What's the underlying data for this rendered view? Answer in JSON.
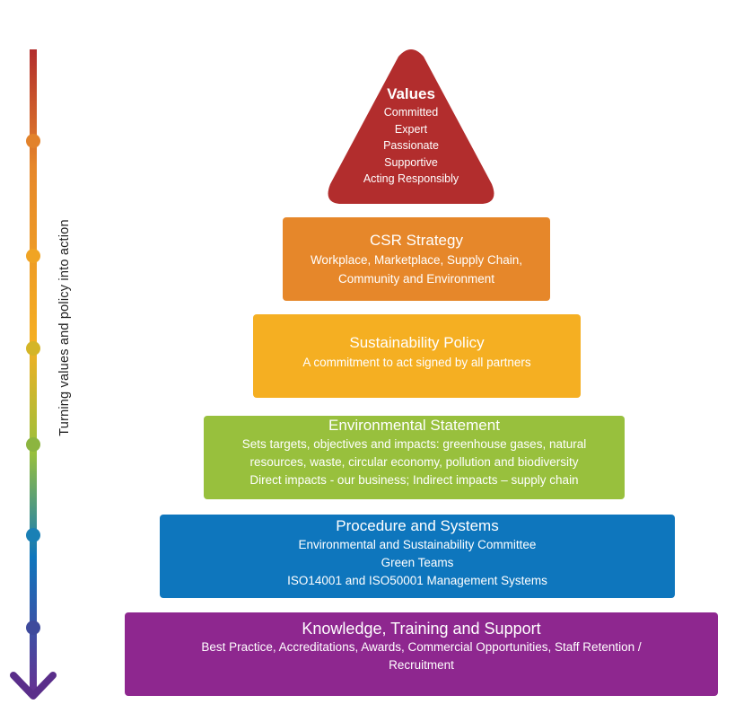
{
  "side_label": "Turning values and policy into action",
  "colors": {
    "values": "#B22D2D",
    "csr": "#E6872A",
    "sustainability": "#F5AF22",
    "environmental": "#98C03D",
    "procedure": "#0E76BD",
    "knowledge": "#8E278F"
  },
  "values": {
    "title": "Values",
    "lines": [
      "Committed",
      "Expert",
      "Passionate",
      "Supportive",
      "Acting Responsibly"
    ]
  },
  "tiers": [
    {
      "title": "CSR Strategy",
      "lines": [
        "Workplace, Marketplace, Supply Chain,",
        "Community and Environment"
      ]
    },
    {
      "title": "Sustainability Policy",
      "lines": [
        "A commitment to act signed by all partners"
      ]
    },
    {
      "title": "Environmental Statement",
      "lines": [
        "Sets targets, objectives and impacts: greenhouse gases, natural",
        "resources, waste, circular economy, pollution and biodiversity",
        "Direct impacts - our business; Indirect impacts – supply chain"
      ]
    },
    {
      "title": "Procedure and Systems",
      "lines": [
        "Environmental and Sustainability Committee",
        "Green Teams",
        "ISO14001 and ISO50001 Management Systems"
      ]
    },
    {
      "title": "Knowledge, Training and Support",
      "lines": [
        "Best Practice, Accreditations, Awards, Commercial Opportunities, Staff Retention /",
        "Recruitment"
      ]
    }
  ]
}
